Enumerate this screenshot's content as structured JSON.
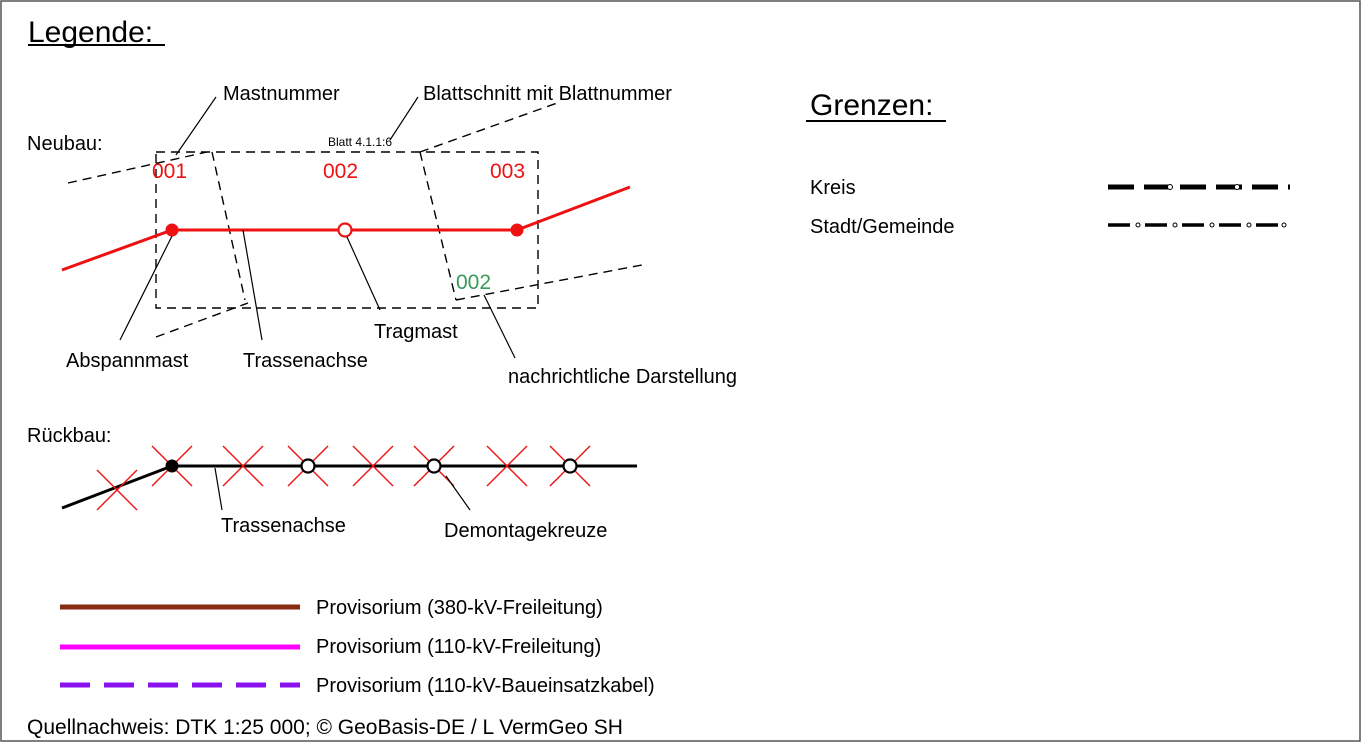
{
  "title": "Legende:",
  "neubau": {
    "section_label": "Neubau:",
    "sheet_label": "Blatt 4.1.1:6",
    "mast_numbers": [
      "001",
      "002",
      "003"
    ],
    "info_number": "002",
    "callouts": {
      "mastnummer": "Mastnummer",
      "blattschnitt": "Blattschnitt mit Blattnummer",
      "abspannmast": "Abspannmast",
      "trassenachse": "Trassenachse",
      "tragmast": "Tragmast",
      "nachrichtlich": "nachrichtliche Darstellung"
    }
  },
  "rueckbau": {
    "section_label": "Rückbau:",
    "callouts": {
      "trassenachse": "Trassenachse",
      "demontagekreuze": "Demontagekreuze"
    }
  },
  "provisorien": [
    {
      "label": "Provisorium (380-kV-Freileitung)",
      "color": "#8b2a12",
      "style": "solid"
    },
    {
      "label": "Provisorium (110-kV-Freileitung)",
      "color": "#ff00ff",
      "style": "solid"
    },
    {
      "label": "Provisorium (110-kV-Baueinsatzkabel)",
      "color": "#8a10ee",
      "style": "dashed"
    }
  ],
  "grenzen": {
    "title": "Grenzen:",
    "items": [
      {
        "label": "Kreis"
      },
      {
        "label": "Stadt/Gemeinde"
      }
    ]
  },
  "source": "Quellnachweis: DTK 1:25 000;  ©  GeoBasis-DE / L VermGeo SH",
  "colors": {
    "new_line": "#ee1111",
    "info": "#3a9a5a"
  }
}
